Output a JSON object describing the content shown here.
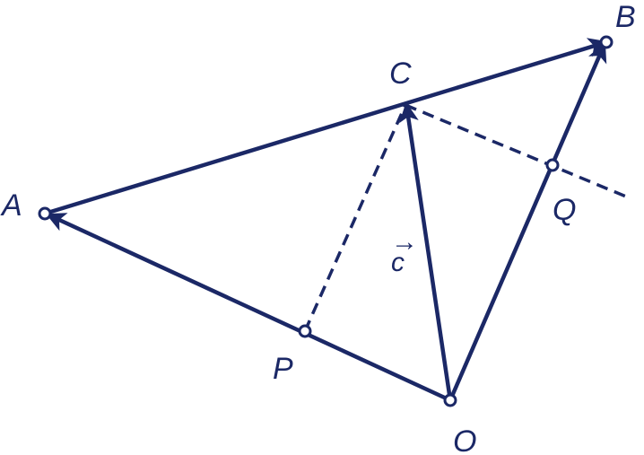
{
  "colors": {
    "stroke": "#1b2866",
    "background": "#ffffff"
  },
  "points": {
    "A": {
      "label": "A"
    },
    "B": {
      "label": "B"
    },
    "C": {
      "label": "C"
    },
    "O": {
      "label": "O"
    },
    "P": {
      "label": "P"
    },
    "Q": {
      "label": "Q"
    }
  },
  "vector_label": {
    "letter": "c",
    "arrow": "→"
  }
}
